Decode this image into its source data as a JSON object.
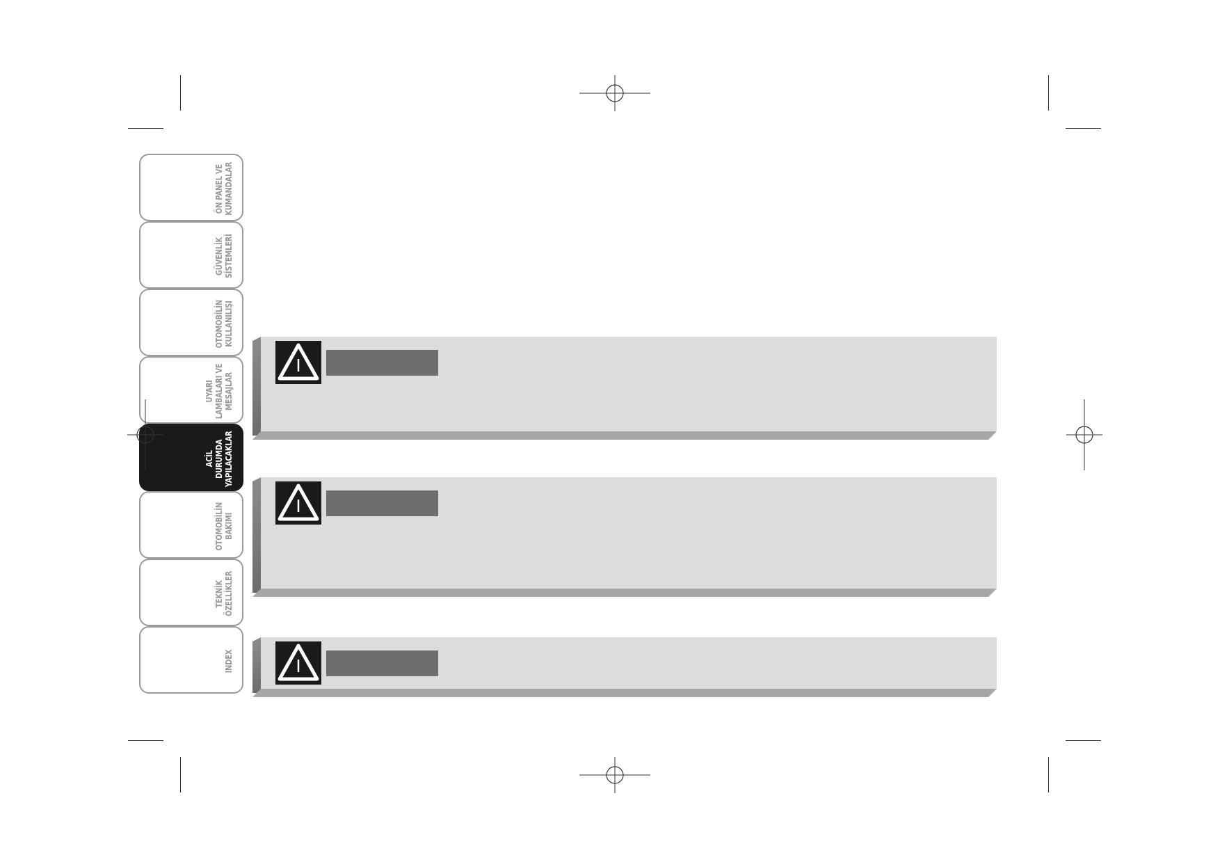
{
  "side_tabs": [
    {
      "lines": [
        "ÖN PANEL VE",
        "KUMANDALAR"
      ],
      "active": false
    },
    {
      "lines": [
        "GÜVENLİK",
        "SİSTEMLERİ"
      ],
      "active": false
    },
    {
      "lines": [
        "OTOMOBİLİN",
        "KULLANILIŞI"
      ],
      "active": false
    },
    {
      "lines": [
        "UYARI",
        "LAMBALARI VE",
        "MESAJLAR"
      ],
      "active": false
    },
    {
      "lines": [
        "ACİL",
        "DURUMDA",
        "YAPILACAKLAR"
      ],
      "active": true
    },
    {
      "lines": [
        "OTOMOBİLİN",
        "BAKIMI"
      ],
      "active": false
    },
    {
      "lines": [
        "TEKNİK",
        "ÖZELLİKLER"
      ],
      "active": false
    },
    {
      "lines": [
        "INDEX"
      ],
      "active": false
    }
  ],
  "warning_panels": [
    {
      "icon": "warning-triangle-icon",
      "label": ""
    },
    {
      "icon": "warning-triangle-icon",
      "label": ""
    },
    {
      "icon": "warning-triangle-icon",
      "label": ""
    }
  ],
  "colors": {
    "panel": "#dcdcdd",
    "panel_bottom_edge": "#a7a7a8",
    "panel_left_edge": "#7a7a7a",
    "label_bar": "#6e6e6e",
    "icon_bg": "#1a1a1a",
    "active_tab": "#1a1a1a",
    "inactive_tab_text": "#9a9a9a"
  }
}
